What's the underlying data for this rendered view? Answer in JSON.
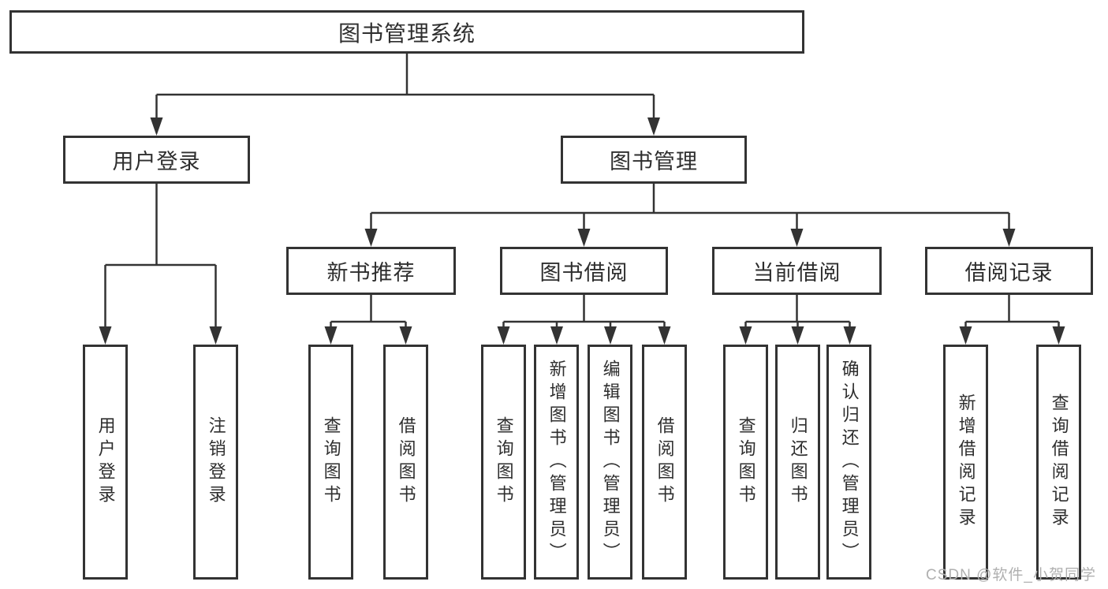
{
  "diagram": {
    "title": "图书管理系统",
    "branches": [
      {
        "label": "用户登录",
        "children": [
          {
            "label": "用户登录"
          },
          {
            "label": "注销登录"
          }
        ]
      },
      {
        "label": "图书管理",
        "children": [
          {
            "label": "新书推荐",
            "children": [
              {
                "label": "查询图书"
              },
              {
                "label": "借阅图书"
              }
            ]
          },
          {
            "label": "图书借阅",
            "children": [
              {
                "label": "查询图书"
              },
              {
                "label": "新增图书（管理员）"
              },
              {
                "label": "编辑图书（管理员）"
              },
              {
                "label": "借阅图书"
              }
            ]
          },
          {
            "label": "当前借阅",
            "children": [
              {
                "label": "查询图书"
              },
              {
                "label": "归还图书"
              },
              {
                "label": "确认归还（管理员）"
              }
            ]
          },
          {
            "label": "借阅记录",
            "children": [
              {
                "label": "新增借阅记录"
              },
              {
                "label": "查询借阅记录"
              }
            ]
          }
        ]
      }
    ],
    "watermark": "CSDN @软件_小贺同学",
    "colors": {
      "line": "#333333",
      "text": "#2e2e2e",
      "box_background": "#ffffff",
      "watermark_text": "#b0b0b0"
    }
  }
}
